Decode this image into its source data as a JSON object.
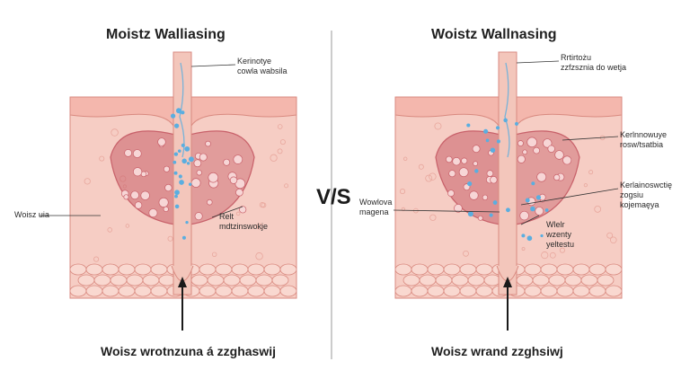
{
  "left_panel": {
    "title": "Moistz Walliasing",
    "caption": "Woisz wrotnzuna á zzghaswij",
    "labels": {
      "top_line1": "Kerinotye",
      "top_line2": "cowla wabsila",
      "left": "Woisz uia",
      "mid_line1": "Relt",
      "mid_line2": "mdtzinswokje"
    }
  },
  "right_panel": {
    "title": "Woistz Wallnasing",
    "caption": "Woisz wrand zzghsiwj",
    "labels": {
      "top_line1": "Rrtirtożu",
      "top_line2": "zzfzsznia do wetja",
      "upper_right_line1": "Kerlnnowuye",
      "upper_right_line2": "rosw/tsatbia",
      "left_line1": "Wowlova",
      "left_line2": "magena",
      "right_line1": "Kerlainoswctię",
      "right_line2": "zogsiu",
      "right_line3": "kojemaęya",
      "mid_line1": "Wlelr",
      "mid_line2": "wzenty",
      "mid_line3": "yeltestu"
    }
  },
  "vs_label": "V/S",
  "colors": {
    "skin": "#f6cdc4",
    "skin_dark": "#e8a79d",
    "epidermis": "#f4b7ad",
    "stroke": "#d98a80",
    "gland": "#c8616a",
    "hair_shaft": "#f3c6bb",
    "moisture": "#5aaee0",
    "fat": "#f9d8d0"
  }
}
